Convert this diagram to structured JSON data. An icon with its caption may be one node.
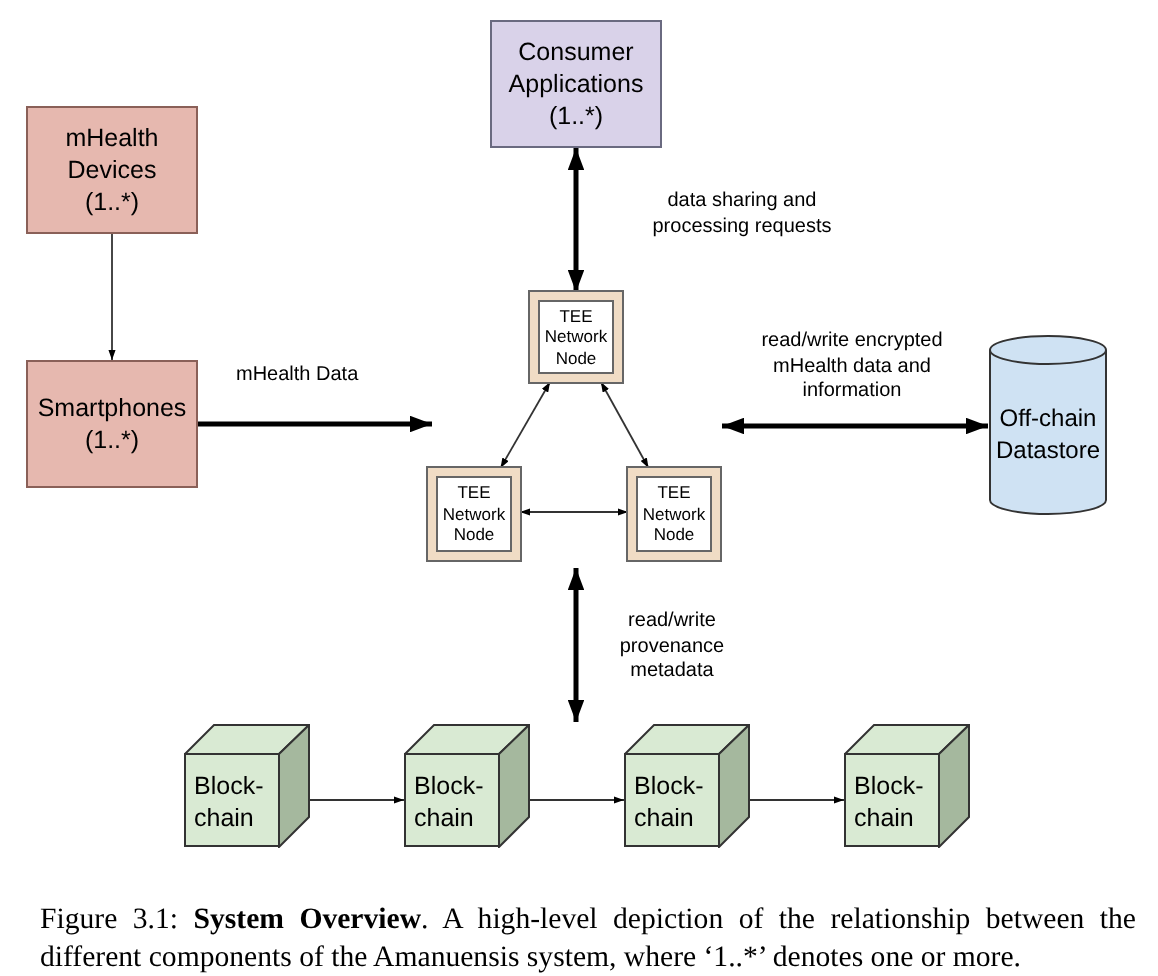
{
  "diagram": {
    "caption": "Figure 3.1: **System Overview**. A high-level depiction of the relationship between the different components of the Amanuensis system, where ‘1..*’ denotes one or more.",
    "nodes": [
      {
        "text": [
          "mHealth Devices (1..*)"
        ]
      },
      {
        "text": [
          "Smartphones (1..*)"
        ]
      },
      {
        "text": [
          "Consumer Applications (1..*)"
        ]
      },
      {
        "text": [
          "TEE Network Node"
        ]
      },
      {
        "text": [
          "TEE Network Node"
        ]
      },
      {
        "text": [
          "TEE Network Node"
        ]
      },
      {
        "text": [
          "Off-chain Datastore"
        ]
      },
      {
        "text": [
          "Block- chain"
        ]
      },
      {
        "text": [
          "Block- chain"
        ]
      },
      {
        "text": [
          "Block- chain"
        ]
      },
      {
        "text": [
          "Block- chain"
        ]
      }
    ],
    "edges": [
      {
        "from": 0,
        "to": 1,
        "arrow": "to"
      },
      {
        "from": 1,
        "to": 4,
        "arrow": "to",
        "label": "mHealth Data",
        "style": "thick"
      },
      {
        "from": 3,
        "to": 2,
        "arrow": "both",
        "label": "data sharing and processing requests",
        "style": "thick"
      },
      {
        "from": 3,
        "to": 4,
        "arrow": "both"
      },
      {
        "from": 3,
        "to": 5,
        "arrow": "both"
      },
      {
        "from": 4,
        "to": 5,
        "arrow": "both"
      },
      {
        "from": 5,
        "to": 6,
        "arrow": "both",
        "label": "read/write encrypted mHealth data and information",
        "style": "thick"
      },
      {
        "from": 5,
        "to": 8,
        "arrow": "both",
        "label": "read/write provenance metadata",
        "style": "thick"
      },
      {
        "from": 7,
        "to": 8,
        "arrow": "to"
      },
      {
        "from": 8,
        "to": 9,
        "arrow": "to"
      },
      {
        "from": 9,
        "to": 10,
        "arrow": "to"
      }
    ]
  }
}
